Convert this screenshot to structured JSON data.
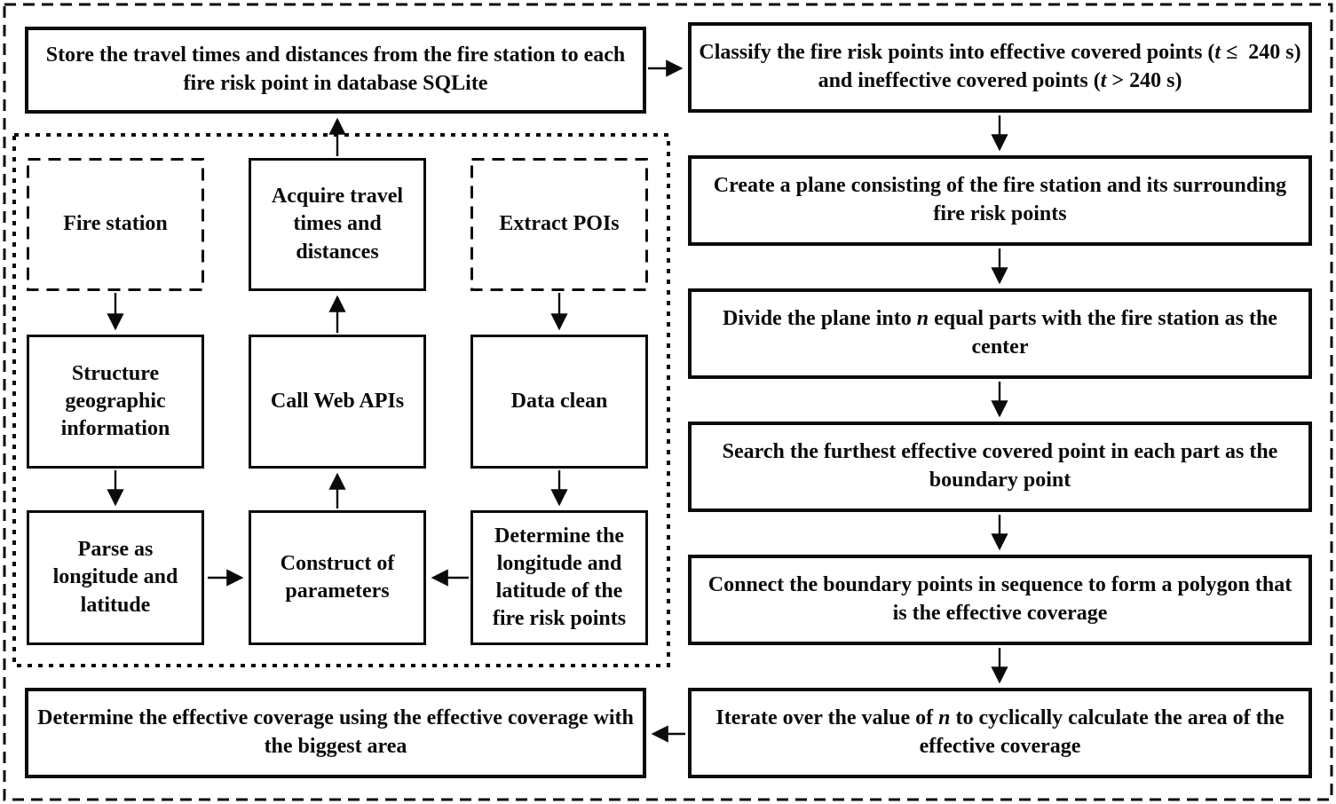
{
  "diagram": {
    "title": "Fire station effective coverage calculation flowchart",
    "colors": {
      "ink": "#0b0b0b",
      "background": "#ffffff"
    },
    "store_box": {
      "text": "Store the travel times and distances from the fire station to each fire risk point in database SQLite"
    },
    "pipeline": {
      "fire_station": {
        "text": "Fire station"
      },
      "acquire": {
        "text": "Acquire travel times and distances"
      },
      "extract_pois": {
        "text": "Extract POIs"
      },
      "structure_geo": {
        "text": "Structure geographic information"
      },
      "call_apis": {
        "text": "Call Web APIs"
      },
      "data_clean": {
        "text": "Data clean"
      },
      "parse_lnglat": {
        "text": "Parse as longitude and latitude"
      },
      "construct_params": {
        "text": "Construct of parameters"
      },
      "determine_lnglat": {
        "text": "Determine the longitude and latitude of the fire risk points"
      }
    },
    "final_box": {
      "text": "Determine the effective coverage using the effective coverage with the biggest area"
    },
    "right_steps": {
      "classify": {
        "segments": [
          {
            "t": "Classify the fire risk points into effective covered points ("
          },
          {
            "t": "t",
            "i": true
          },
          {
            "t": " ≤  240 s) and ineffective covered points ("
          },
          {
            "t": "t",
            "i": true
          },
          {
            "t": " > 240 s)"
          }
        ]
      },
      "create_plane": {
        "text": "Create a plane consisting of the fire station and its surrounding fire risk points"
      },
      "divide_plane": {
        "segments": [
          {
            "t": "Divide the plane into "
          },
          {
            "t": "n",
            "i": true
          },
          {
            "t": " equal parts with the fire station as the center"
          }
        ]
      },
      "search_furthest": {
        "text": "Search the furthest effective covered point in each part as the boundary point"
      },
      "connect_boundary": {
        "text": "Connect the boundary points in sequence to form a polygon that is the effective coverage"
      },
      "iterate_n": {
        "segments": [
          {
            "t": "Iterate over the value of "
          },
          {
            "t": "n",
            "i": true
          },
          {
            "t": " to cyclically calculate the area of the effective coverage"
          }
        ]
      }
    }
  }
}
